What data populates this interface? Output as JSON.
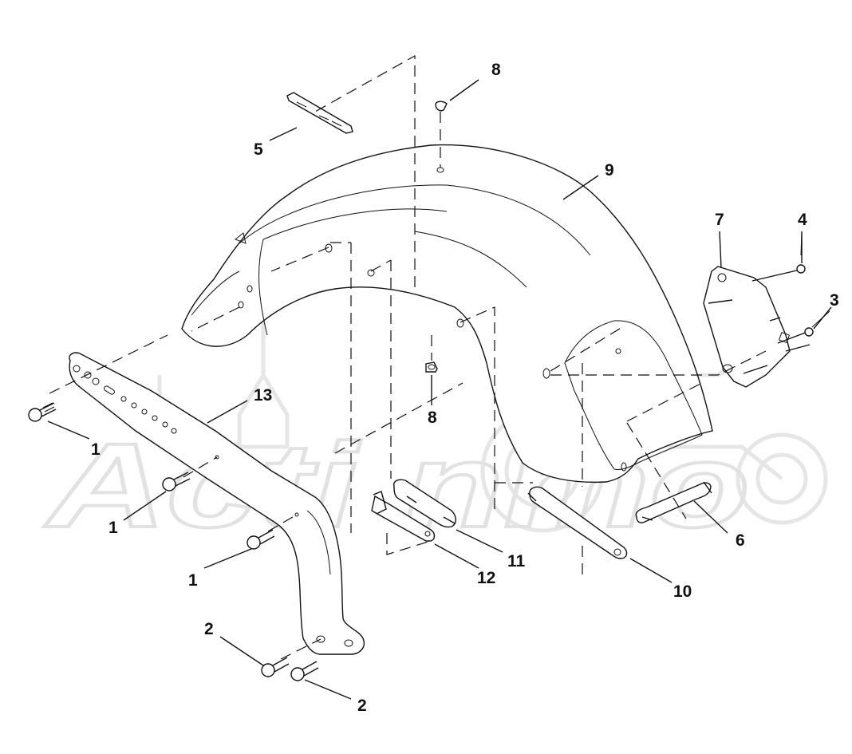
{
  "watermark": {
    "text": "Acti nmo"
  },
  "labels": {
    "p1a": "1",
    "p1b": "1",
    "p1c": "1",
    "p2a": "2",
    "p2b": "2",
    "p3": "3",
    "p4": "4",
    "p5": "5",
    "p6": "6",
    "p7": "7",
    "p8a": "8",
    "p8b": "8",
    "p9": "9",
    "p10": "10",
    "p11": "11",
    "p12": "12",
    "p13": "13"
  }
}
